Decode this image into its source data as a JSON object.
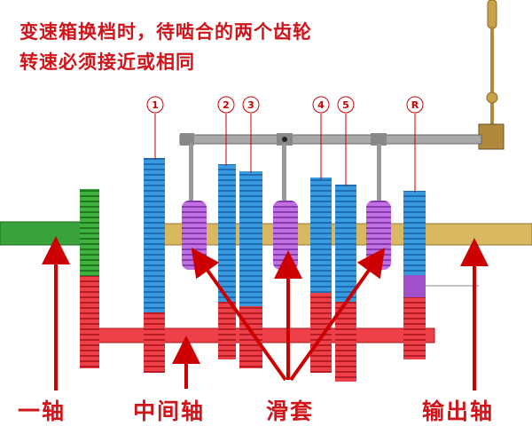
{
  "title": {
    "line1": "变速箱换档时，待啮合的两个齿轮",
    "line2": "转速必须接近或相同"
  },
  "gear_labels": [
    "1",
    "2",
    "3",
    "4",
    "5",
    "R"
  ],
  "labels": {
    "input_shaft": "一轴",
    "countershaft": "中间轴",
    "sleeve": "滑套",
    "output_shaft": "输出轴"
  },
  "colors": {
    "text_red": "#d0141a",
    "gear_blue": "#2f8fd8",
    "gear_red": "#e8343c",
    "input_green": "#3aa23a",
    "output_shaft": "#d8b860",
    "sleeve_purple": "#b058d0",
    "rod_gray": "#9a9a9a"
  }
}
